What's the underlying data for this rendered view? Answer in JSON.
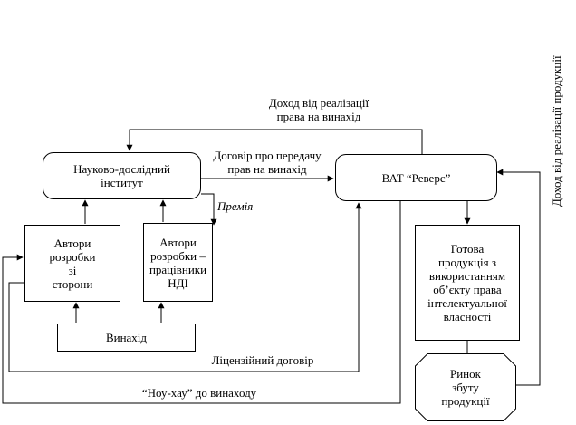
{
  "nodes": {
    "institute": "Науково-дослідний\nінститут",
    "vat_revers": "ВАТ “Реверс”",
    "ext_authors": "Автори\nрозробки\nзі\nсторони",
    "ndi_authors": "Автори\nрозробки –\nпрацівники\nНДІ",
    "invention": "Винахід",
    "product": "Готова\nпродукція з\nвикористанням\nоб’єкту права\nінтелектуальної\nвласності",
    "market": "Ринок\nзбуту\nпродукції"
  },
  "labels": {
    "income_rights": "Доход від реалізації\nправа на винахід",
    "transfer_agreement": "Договір про передачу\nправ на винахід",
    "bonus": "Премія",
    "license_agreement": "Ліцензійний договір",
    "know_how": "“Ноу-хау” до винаходу",
    "income_products": "Доход від реалізації продукції"
  }
}
